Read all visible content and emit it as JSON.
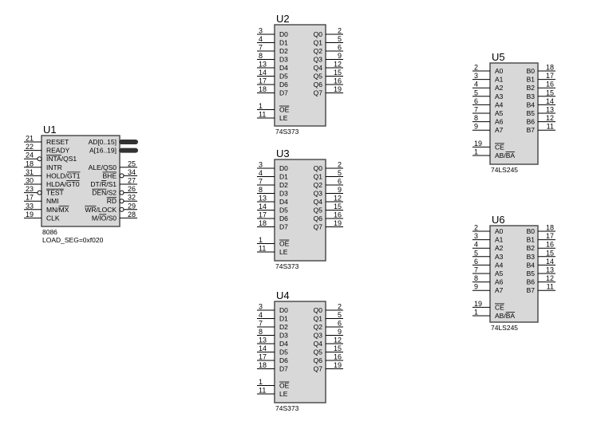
{
  "components": [
    {
      "id": "U1",
      "refdes": "U1",
      "part": "8086",
      "extra": "LOAD_SEG=0xf020",
      "left_pins": [
        {
          "num": "21",
          "name": "RESET"
        },
        {
          "num": "22",
          "name": "READY"
        },
        {
          "num": "24",
          "name": "INTA/QS1",
          "bubble": true,
          "overline": [
            0,
            4
          ]
        },
        {
          "num": "18",
          "name": "INTR"
        },
        {
          "num": "31",
          "name": "HOLD/GT1",
          "overline": [
            5,
            8
          ]
        },
        {
          "num": "30",
          "name": "HLDA/GT0",
          "overline": [
            5,
            8
          ]
        },
        {
          "num": "23",
          "name": "TEST",
          "bubble": true,
          "overline": [
            0,
            4
          ]
        },
        {
          "num": "17",
          "name": "NMI"
        },
        {
          "num": "33",
          "name": "MN/MX",
          "overline": [
            3,
            5
          ]
        },
        {
          "num": "19",
          "name": "CLK"
        }
      ],
      "right_pins": [
        {
          "num": "",
          "name": "AD[0..15]",
          "bus": true
        },
        {
          "num": "",
          "name": "A[16..19]",
          "bus": true
        },
        {
          "num": "",
          "name": ""
        },
        {
          "num": "25",
          "name": "ALE/QS0"
        },
        {
          "num": "34",
          "name": "BHE",
          "bubble": true,
          "overline": [
            0,
            3
          ]
        },
        {
          "num": "27",
          "name": "DT/R/S1",
          "overline": [
            3,
            4
          ]
        },
        {
          "num": "26",
          "name": "DEN/S2",
          "bubble": true,
          "overline": [
            0,
            3
          ]
        },
        {
          "num": "32",
          "name": "RD",
          "bubble": true,
          "overline": [
            0,
            2
          ]
        },
        {
          "num": "29",
          "name": "WR/LOCK",
          "bubble": true,
          "overline": [
            0,
            2
          ]
        },
        {
          "num": "28",
          "name": "M/IO/S0",
          "overline": [
            2,
            4
          ]
        }
      ]
    },
    {
      "id": "U2",
      "refdes": "U2",
      "part": "74S373",
      "left_pins": [
        {
          "num": "3",
          "name": "D0"
        },
        {
          "num": "4",
          "name": "D1"
        },
        {
          "num": "7",
          "name": "D2"
        },
        {
          "num": "8",
          "name": "D3"
        },
        {
          "num": "13",
          "name": "D4"
        },
        {
          "num": "14",
          "name": "D5"
        },
        {
          "num": "17",
          "name": "D6"
        },
        {
          "num": "18",
          "name": "D7"
        },
        {
          "num": "",
          "name": ""
        },
        {
          "num": "1",
          "name": "OE",
          "overline": [
            0,
            2
          ]
        },
        {
          "num": "11",
          "name": "LE"
        }
      ],
      "right_pins": [
        {
          "num": "2",
          "name": "Q0"
        },
        {
          "num": "5",
          "name": "Q1"
        },
        {
          "num": "6",
          "name": "Q2"
        },
        {
          "num": "9",
          "name": "Q3"
        },
        {
          "num": "12",
          "name": "Q4"
        },
        {
          "num": "15",
          "name": "Q5"
        },
        {
          "num": "16",
          "name": "Q6"
        },
        {
          "num": "19",
          "name": "Q7"
        }
      ]
    },
    {
      "id": "U3",
      "refdes": "U3",
      "part": "74S373",
      "left_pins": [
        {
          "num": "3",
          "name": "D0"
        },
        {
          "num": "4",
          "name": "D1"
        },
        {
          "num": "7",
          "name": "D2"
        },
        {
          "num": "8",
          "name": "D3"
        },
        {
          "num": "13",
          "name": "D4"
        },
        {
          "num": "14",
          "name": "D5"
        },
        {
          "num": "17",
          "name": "D6"
        },
        {
          "num": "18",
          "name": "D7"
        },
        {
          "num": "",
          "name": ""
        },
        {
          "num": "1",
          "name": "OE",
          "overline": [
            0,
            2
          ]
        },
        {
          "num": "11",
          "name": "LE"
        }
      ],
      "right_pins": [
        {
          "num": "2",
          "name": "Q0"
        },
        {
          "num": "5",
          "name": "Q1"
        },
        {
          "num": "6",
          "name": "Q2"
        },
        {
          "num": "9",
          "name": "Q3"
        },
        {
          "num": "12",
          "name": "Q4"
        },
        {
          "num": "15",
          "name": "Q5"
        },
        {
          "num": "16",
          "name": "Q6"
        },
        {
          "num": "19",
          "name": "Q7"
        }
      ]
    },
    {
      "id": "U4",
      "refdes": "U4",
      "part": "74S373",
      "left_pins": [
        {
          "num": "3",
          "name": "D0"
        },
        {
          "num": "4",
          "name": "D1"
        },
        {
          "num": "7",
          "name": "D2"
        },
        {
          "num": "8",
          "name": "D3"
        },
        {
          "num": "13",
          "name": "D4"
        },
        {
          "num": "14",
          "name": "D5"
        },
        {
          "num": "17",
          "name": "D6"
        },
        {
          "num": "18",
          "name": "D7"
        },
        {
          "num": "",
          "name": ""
        },
        {
          "num": "1",
          "name": "OE",
          "overline": [
            0,
            2
          ]
        },
        {
          "num": "11",
          "name": "LE"
        }
      ],
      "right_pins": [
        {
          "num": "2",
          "name": "Q0"
        },
        {
          "num": "5",
          "name": "Q1"
        },
        {
          "num": "6",
          "name": "Q2"
        },
        {
          "num": "9",
          "name": "Q3"
        },
        {
          "num": "12",
          "name": "Q4"
        },
        {
          "num": "15",
          "name": "Q5"
        },
        {
          "num": "16",
          "name": "Q6"
        },
        {
          "num": "19",
          "name": "Q7"
        }
      ]
    },
    {
      "id": "U5",
      "refdes": "U5",
      "part": "74LS245",
      "left_pins": [
        {
          "num": "2",
          "name": "A0"
        },
        {
          "num": "3",
          "name": "A1"
        },
        {
          "num": "4",
          "name": "A2"
        },
        {
          "num": "5",
          "name": "A3"
        },
        {
          "num": "6",
          "name": "A4"
        },
        {
          "num": "7",
          "name": "A5"
        },
        {
          "num": "8",
          "name": "A6"
        },
        {
          "num": "9",
          "name": "A7"
        },
        {
          "num": "",
          "name": ""
        },
        {
          "num": "19",
          "name": "CE",
          "overline": [
            0,
            2
          ]
        },
        {
          "num": "1",
          "name": "AB/BA",
          "overline": [
            3,
            5
          ]
        }
      ],
      "right_pins": [
        {
          "num": "18",
          "name": "B0"
        },
        {
          "num": "17",
          "name": "B1"
        },
        {
          "num": "16",
          "name": "B2"
        },
        {
          "num": "15",
          "name": "B3"
        },
        {
          "num": "14",
          "name": "B4"
        },
        {
          "num": "13",
          "name": "B5"
        },
        {
          "num": "12",
          "name": "B6"
        },
        {
          "num": "11",
          "name": "B7"
        }
      ]
    },
    {
      "id": "U6",
      "refdes": "U6",
      "part": "74LS245",
      "left_pins": [
        {
          "num": "2",
          "name": "A0"
        },
        {
          "num": "3",
          "name": "A1"
        },
        {
          "num": "4",
          "name": "A2"
        },
        {
          "num": "5",
          "name": "A3"
        },
        {
          "num": "6",
          "name": "A4"
        },
        {
          "num": "7",
          "name": "A5"
        },
        {
          "num": "8",
          "name": "A6"
        },
        {
          "num": "9",
          "name": "A7"
        },
        {
          "num": "",
          "name": ""
        },
        {
          "num": "19",
          "name": "CE",
          "overline": [
            0,
            2
          ]
        },
        {
          "num": "1",
          "name": "AB/BA",
          "overline": [
            3,
            5
          ]
        }
      ],
      "right_pins": [
        {
          "num": "18",
          "name": "B0"
        },
        {
          "num": "17",
          "name": "B1"
        },
        {
          "num": "16",
          "name": "B2"
        },
        {
          "num": "15",
          "name": "B3"
        },
        {
          "num": "14",
          "name": "B4"
        },
        {
          "num": "13",
          "name": "B5"
        },
        {
          "num": "12",
          "name": "B6"
        },
        {
          "num": "11",
          "name": "B7"
        }
      ]
    }
  ]
}
